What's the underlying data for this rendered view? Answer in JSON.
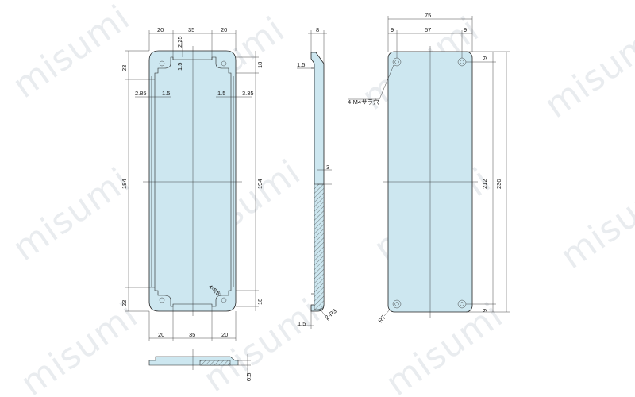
{
  "watermark": "misumi",
  "front_view": {
    "top_widths": [
      "20",
      "35",
      "20"
    ],
    "top_inner": "2.25",
    "left_top": "23",
    "notch_depth": "1.5",
    "right_top": "18",
    "offset_left": "2.85",
    "step_left": "1.5",
    "step_right": "1.5",
    "offset_right": "3.35",
    "height_left": "184",
    "height_right": "194",
    "radius_callout": "4-R5",
    "left_bottom": "23",
    "right_bottom": "18",
    "bottom_widths": [
      "20",
      "35",
      "20"
    ]
  },
  "side_view": {
    "thickness": "8",
    "flange": "1.5",
    "step": "3",
    "flange_bottom": "1.5",
    "radius_callout": "2-R3"
  },
  "rear_view": {
    "overall_width": "75",
    "hole_pitch": [
      "9",
      "57",
      "9"
    ],
    "hole_callout": "4-M4サラ穴",
    "edge_top": "9",
    "hole_span": "212",
    "overall_height": "230",
    "edge_bottom": "9",
    "corner_radius": "R7"
  },
  "bottom_view": {
    "thickness": "0.5"
  }
}
